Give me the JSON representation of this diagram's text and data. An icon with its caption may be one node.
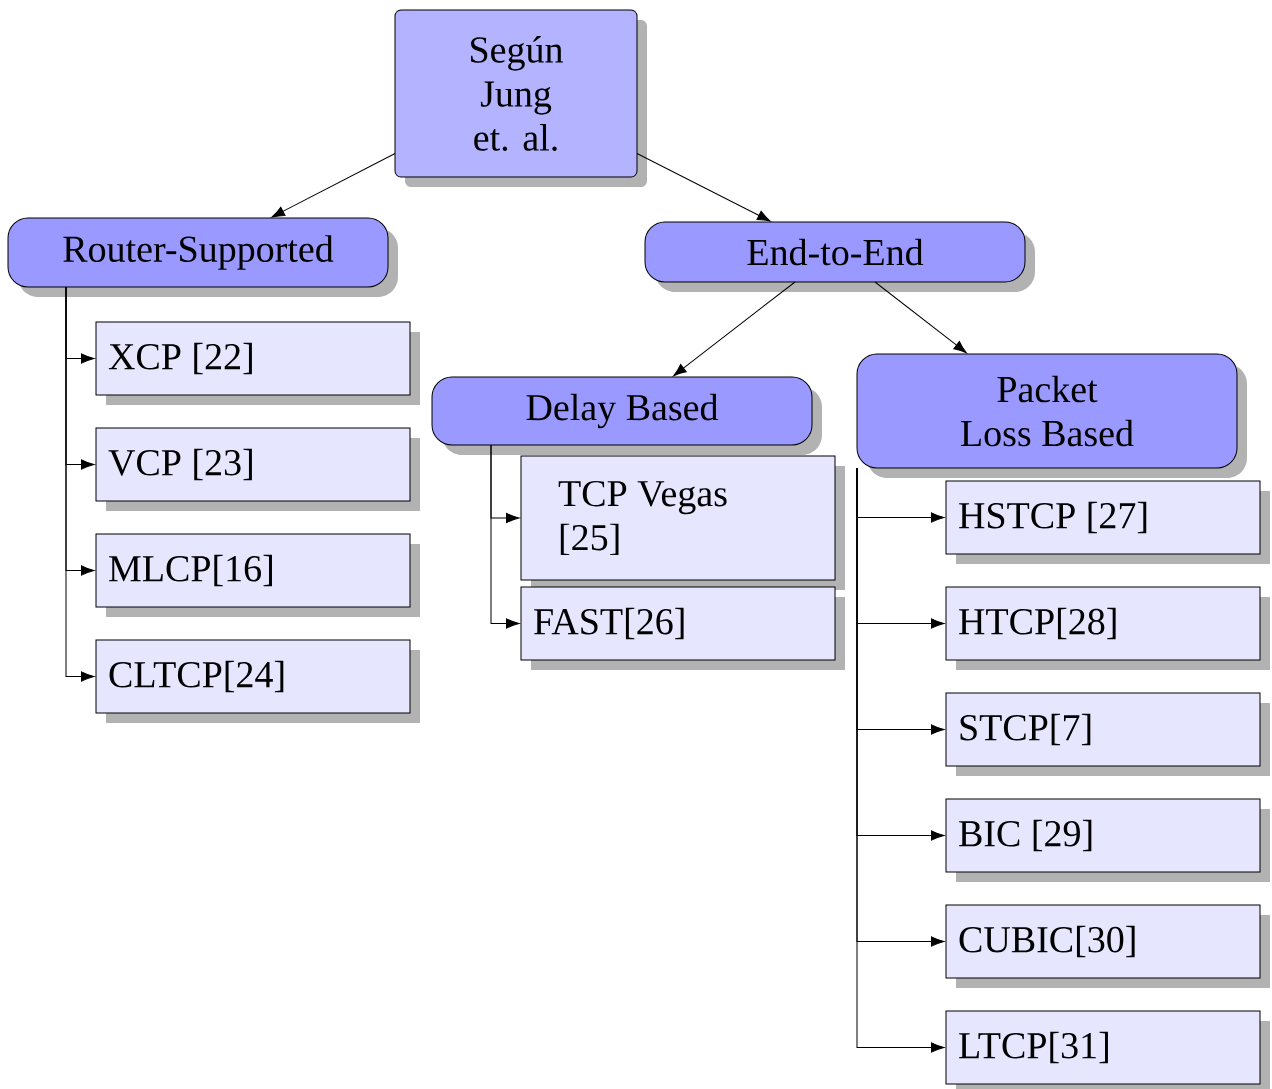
{
  "diagram": {
    "nodes": [
      {
        "text": [
          "Según Jung et. al."
        ]
      },
      {
        "text": [
          "Router-Supported"
        ]
      },
      {
        "text": [
          "End-to-End"
        ]
      },
      {
        "text": [
          "Delay Based"
        ]
      },
      {
        "text": [
          "Packet Loss Based"
        ]
      },
      {
        "text": [
          "XCP [22]"
        ]
      },
      {
        "text": [
          "VCP [23]"
        ]
      },
      {
        "text": [
          "MLCP[16]"
        ]
      },
      {
        "text": [
          "CLTCP[24]"
        ]
      },
      {
        "text": [
          "TCP Vegas [25]"
        ]
      },
      {
        "text": [
          "FAST[26]"
        ]
      },
      {
        "text": [
          "HSTCP [27]"
        ]
      },
      {
        "text": [
          "HTCP[28]"
        ]
      },
      {
        "text": [
          "STCP[7]"
        ]
      },
      {
        "text": [
          "BIC [29]"
        ]
      },
      {
        "text": [
          "CUBIC[30]"
        ]
      },
      {
        "text": [
          "LTCP[31]"
        ]
      }
    ],
    "edges": [
      {
        "from": 0,
        "to": 1,
        "arrow": "to"
      },
      {
        "from": 0,
        "to": 2,
        "arrow": "to"
      },
      {
        "from": 1,
        "to": 5,
        "arrow": "to"
      },
      {
        "from": 1,
        "to": 6,
        "arrow": "to"
      },
      {
        "from": 1,
        "to": 7,
        "arrow": "to"
      },
      {
        "from": 1,
        "to": 8,
        "arrow": "to"
      },
      {
        "from": 2,
        "to": 3,
        "arrow": "to"
      },
      {
        "from": 2,
        "to": 4,
        "arrow": "to"
      },
      {
        "from": 3,
        "to": 9,
        "arrow": "to"
      },
      {
        "from": 3,
        "to": 10,
        "arrow": "to"
      },
      {
        "from": 4,
        "to": 11,
        "arrow": "to"
      },
      {
        "from": 4,
        "to": 12,
        "arrow": "to"
      },
      {
        "from": 4,
        "to": 13,
        "arrow": "to"
      },
      {
        "from": 4,
        "to": 14,
        "arrow": "to"
      },
      {
        "from": 4,
        "to": 15,
        "arrow": "to"
      },
      {
        "from": 4,
        "to": 16,
        "arrow": "to"
      }
    ]
  }
}
